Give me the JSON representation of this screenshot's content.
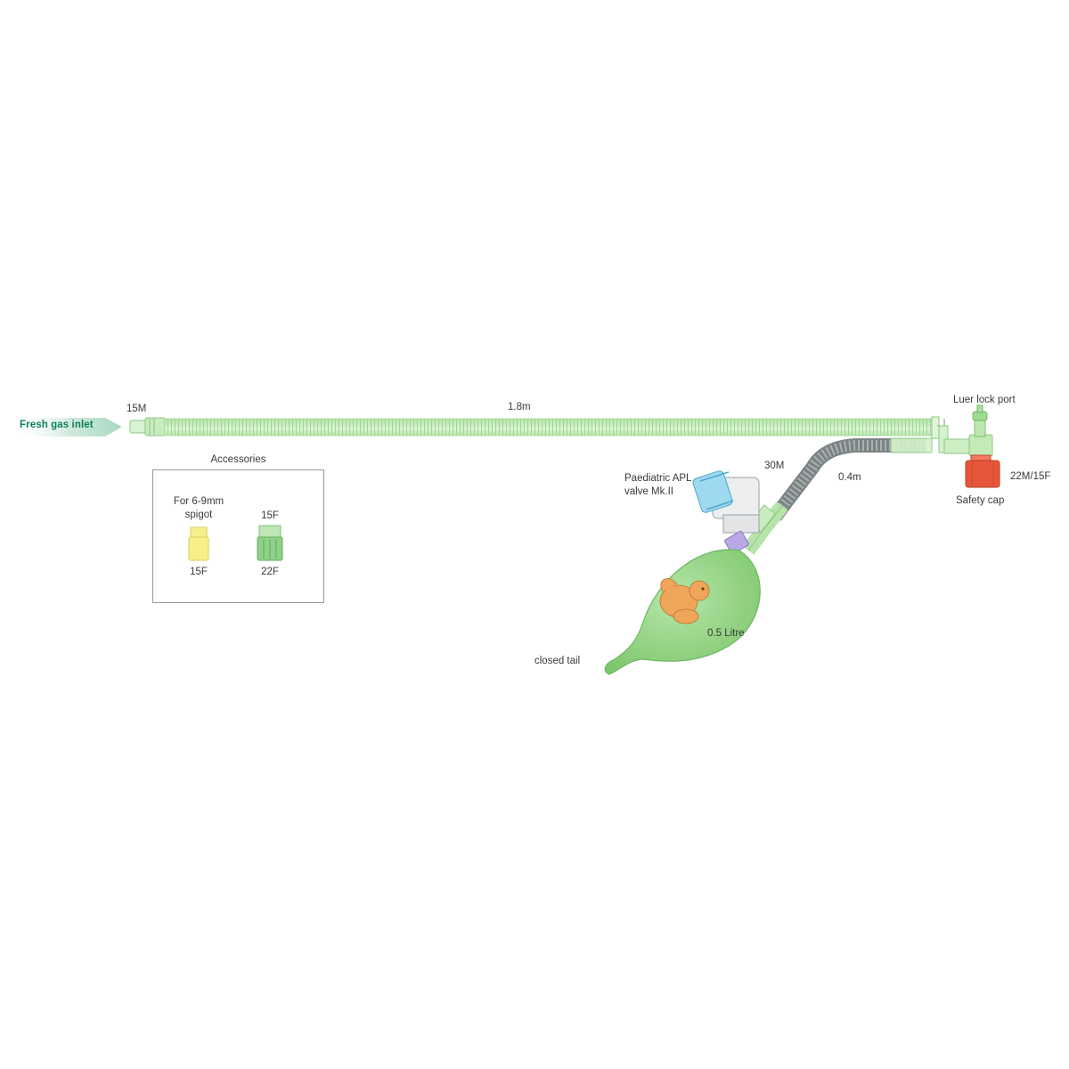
{
  "labels": {
    "fresh_gas_inlet": "Fresh gas inlet",
    "connector_15m": "15M",
    "tube_length_main": "1.8m",
    "luer_lock_port": "Luer lock port",
    "safety_cap": "Safety cap",
    "connector_22m15f": "22M/15F",
    "apl_valve": [
      "Paediatric APL",
      "valve Mk.II"
    ],
    "connector_30m": "30M",
    "tube_length_limb": "0.4m",
    "bag_volume": "0.5 Litre",
    "closed_tail": "closed tail"
  },
  "accessories": {
    "title": "Accessories",
    "items": [
      {
        "top_label": [
          "For 6-9mm",
          "spigot"
        ],
        "bottom_label": "15F",
        "color": "#f6ef8a"
      },
      {
        "top_label": [
          "15F"
        ],
        "bottom_label": "22F",
        "color": "#8fd08a"
      }
    ]
  },
  "colors": {
    "tube_green": "#bfe8b6",
    "bag_green": "#8fd47f",
    "arrow_teal": "#0e7f5f",
    "safety_cap_red": "#e8563a",
    "valve_blue": "#9fd9ef",
    "grey_tube": "#9aa3a3",
    "connector_purple": "#b9a7e6"
  }
}
